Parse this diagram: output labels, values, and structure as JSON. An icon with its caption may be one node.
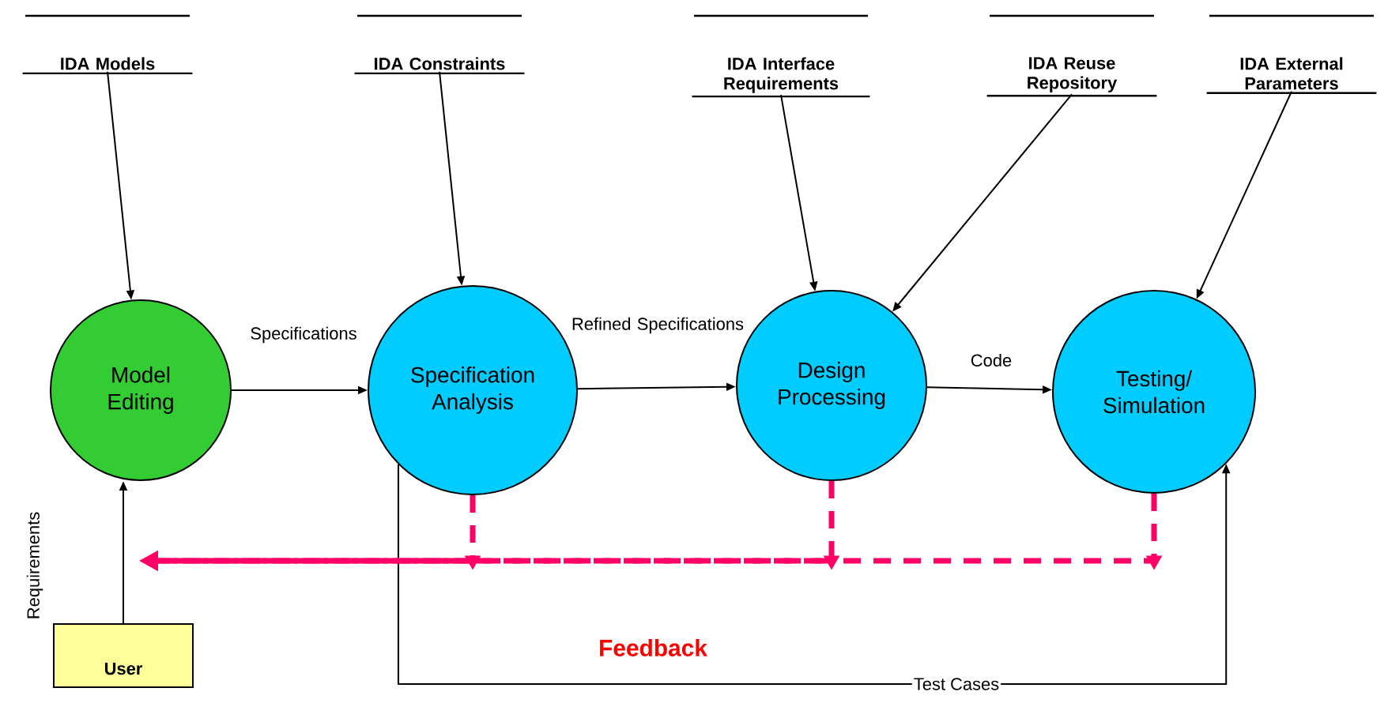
{
  "diagram": {
    "nodes": [
      {
        "text": [
          "IDA Models"
        ]
      },
      {
        "text": [
          "IDA Constraints"
        ]
      },
      {
        "text": [
          "IDA Interface Requirements"
        ]
      },
      {
        "text": [
          "IDA Reuse Repository"
        ]
      },
      {
        "text": [
          "IDA External Parameters"
        ]
      },
      {
        "text": [
          "Model Editing"
        ]
      },
      {
        "text": [
          "Specification Analysis"
        ]
      },
      {
        "text": [
          "Design Processing"
        ]
      },
      {
        "text": [
          "Testing/ Simulation"
        ]
      },
      {
        "text": [
          "User"
        ]
      }
    ],
    "edges": [
      {
        "from": 0,
        "to": 5,
        "arrow": "to"
      },
      {
        "from": 1,
        "to": 6,
        "arrow": "to"
      },
      {
        "from": 2,
        "to": 7,
        "arrow": "to"
      },
      {
        "from": 3,
        "to": 7,
        "arrow": "to"
      },
      {
        "from": 4,
        "to": 8,
        "arrow": "to"
      },
      {
        "from": 5,
        "to": 6,
        "arrow": "to",
        "label": "Specifications"
      },
      {
        "from": 6,
        "to": 7,
        "arrow": "to",
        "label": "Refined Specifications"
      },
      {
        "from": 7,
        "to": 8,
        "arrow": "to",
        "label": "Code"
      },
      {
        "from": 9,
        "to": 5,
        "arrow": "to",
        "label": "Requirements"
      },
      {
        "from": 6,
        "to": 8,
        "arrow": "to",
        "label": "Test Cases"
      },
      {
        "from": 6,
        "to": null,
        "arrow": "to",
        "style": "dashed",
        "color": "#ff0066"
      },
      {
        "from": 7,
        "to": null,
        "arrow": "to",
        "style": "dashed",
        "color": "#ff0066"
      },
      {
        "from": 8,
        "to": null,
        "arrow": "to",
        "style": "dashed",
        "color": "#ff0066"
      }
    ],
    "labels": [
      "Feedback"
    ]
  }
}
